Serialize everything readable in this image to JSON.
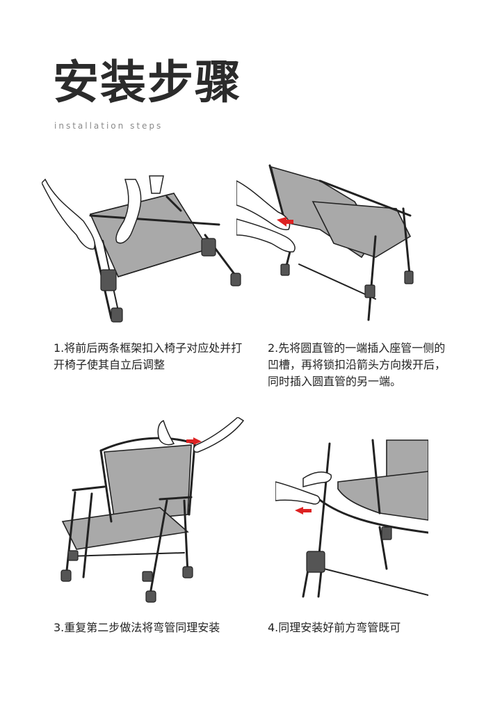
{
  "header": {
    "title": "安装步骤",
    "subtitle": "installation steps"
  },
  "steps": [
    {
      "text": "1.将前后两条框架扣入椅子对应处并打开椅子使其自立后调整"
    },
    {
      "text": "2.先将圆直管的一端插入座管一侧的凹槽，再将锁扣沿箭头方向拨开后，同时插入圆直管的另一端。"
    },
    {
      "text": "3.重复第二步做法将弯管同理安装"
    },
    {
      "text": "4.同理安装好前方弯管既可"
    }
  ],
  "colors": {
    "fabric": "#a9a9a9",
    "arrow": "#dd2222",
    "title": "#2b2b2b"
  }
}
